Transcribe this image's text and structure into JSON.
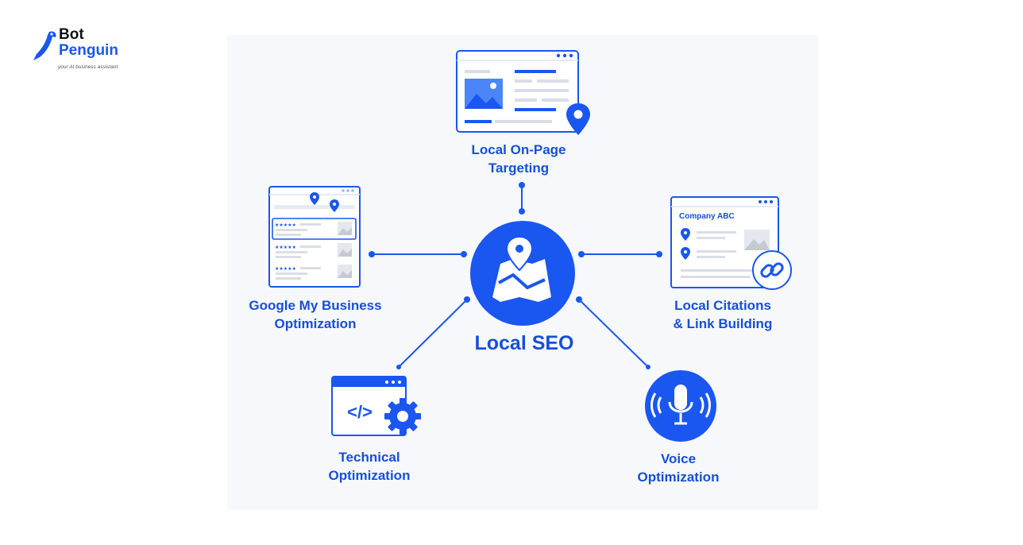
{
  "logo": {
    "line1": "Bot",
    "line2": "Penguin",
    "tagline": "your AI business assistant"
  },
  "diagram": {
    "center": "Local SEO",
    "nodes": {
      "top": {
        "line1": "Local On-Page",
        "line2": "Targeting"
      },
      "left": {
        "line1": "Google My Business",
        "line2": "Optimization"
      },
      "right": {
        "line1": "Local Citations",
        "line2": "& Link Building"
      },
      "bottom_left": {
        "line1": "Technical",
        "line2": "Optimization"
      },
      "bottom_right": {
        "line1": "Voice",
        "line2": "Optimization"
      }
    },
    "company_card_title": "Company ABC",
    "code_glyph": "</>",
    "stars": "★★★★★"
  },
  "colors": {
    "accent": "#1a56f0",
    "text": "#1650d8",
    "panel": "#f7f8fb"
  }
}
